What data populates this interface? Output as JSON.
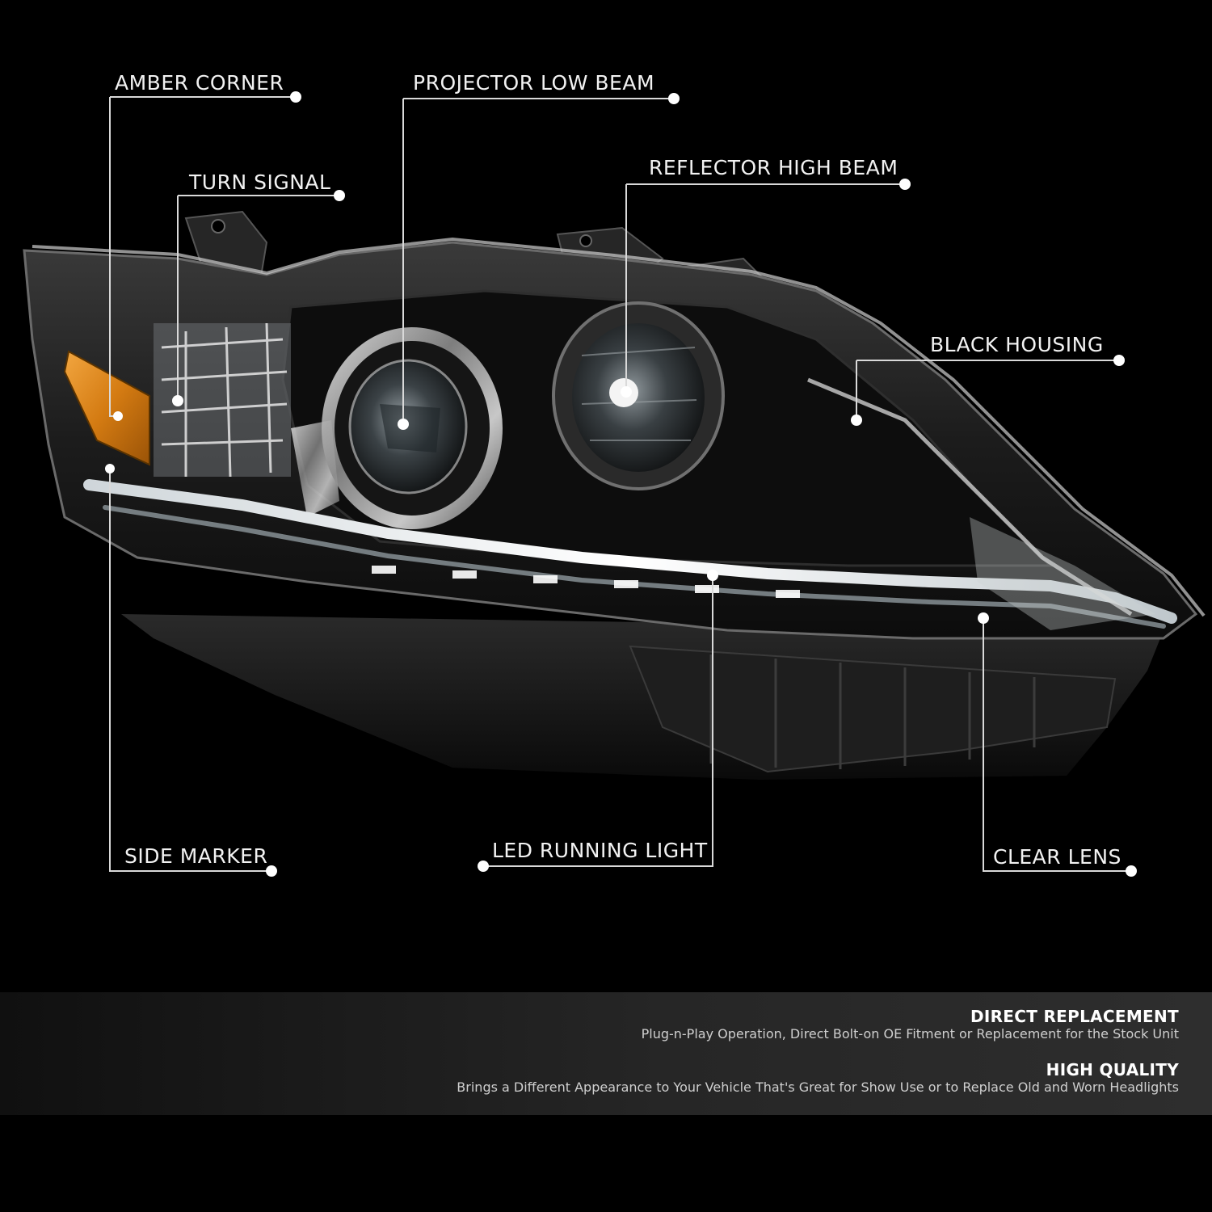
{
  "callouts": {
    "amber_corner": "AMBER CORNER",
    "projector_low_beam": "PROJECTOR LOW BEAM",
    "turn_signal": "TURN SIGNAL",
    "reflector_high_beam": "REFLECTOR HIGH BEAM",
    "black_housing": "BLACK HOUSING",
    "side_marker": "SIDE MARKER",
    "led_running_light": "LED RUNNING LIGHT",
    "clear_lens": "CLEAR LENS"
  },
  "features": [
    {
      "title": "DIRECT REPLACEMENT",
      "text": "Plug-n-Play Operation, Direct Bolt-on OE Fitment or Replacement for the Stock Unit"
    },
    {
      "title": "HIGH QUALITY",
      "text": "Brings a Different Appearance to Your Vehicle That's Great for Show Use or to Replace Old and Worn Headlights"
    }
  ],
  "colors": {
    "background": "#000000",
    "callout_line": "#d9d9d9",
    "amber": "#e08a1c"
  }
}
